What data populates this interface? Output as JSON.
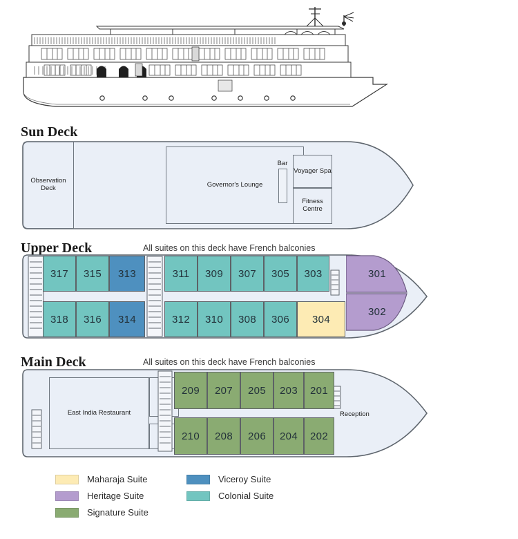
{
  "ship": {
    "alt": "river cruise ship side profile illustration"
  },
  "decks": [
    {
      "id": "sun-deck",
      "title": "Sun Deck",
      "note": "",
      "rooms": [
        {
          "name": "observation-deck",
          "label": "Observation\nDeck"
        },
        {
          "name": "governors-lounge",
          "label": "Governor's Lounge"
        },
        {
          "name": "bar",
          "label": "Bar"
        },
        {
          "name": "voyager-spa",
          "label": "Voyager Spa"
        },
        {
          "name": "fitness-centre",
          "label": "Fitness\nCentre"
        }
      ]
    },
    {
      "id": "upper-deck",
      "title": "Upper Deck",
      "note": "All suites on this deck have French balconies",
      "cabins_top": [
        "317",
        "315",
        "313",
        "311",
        "309",
        "307",
        "305",
        "303",
        "301"
      ],
      "cabins_bottom": [
        "318",
        "316",
        "314",
        "312",
        "310",
        "308",
        "306",
        "304",
        "302"
      ]
    },
    {
      "id": "main-deck",
      "title": "Main Deck",
      "note": "All suites on this deck have French balconies",
      "rooms": [
        {
          "name": "east-india-restaurant",
          "label": "East India Restaurant"
        },
        {
          "name": "reception",
          "label": "Reception"
        }
      ],
      "cabins_top": [
        "209",
        "207",
        "205",
        "203",
        "201"
      ],
      "cabins_bottom": [
        "210",
        "208",
        "206",
        "204",
        "202"
      ]
    }
  ],
  "suite_colors": {
    "maharaja": "#fdebb4",
    "heritage": "#b49cce",
    "signature": "#8aab72",
    "viceroy": "#4e90bf",
    "colonial": "#72c5c0",
    "deck_fill": "#eaeff7",
    "deck_outline": "#5f666e"
  },
  "legend": {
    "rows": [
      [
        {
          "name": "maharaja-suite",
          "label": "Maharaja Suite",
          "color": "#fdebb4"
        },
        {
          "name": "viceroy-suite",
          "label": "Viceroy Suite",
          "color": "#4e90bf"
        }
      ],
      [
        {
          "name": "heritage-suite",
          "label": "Heritage Suite",
          "color": "#b49cce"
        },
        {
          "name": "colonial-suite",
          "label": "Colonial Suite",
          "color": "#72c5c0"
        }
      ],
      [
        {
          "name": "signature-suite",
          "label": "Signature Suite",
          "color": "#8aab72"
        }
      ]
    ]
  }
}
